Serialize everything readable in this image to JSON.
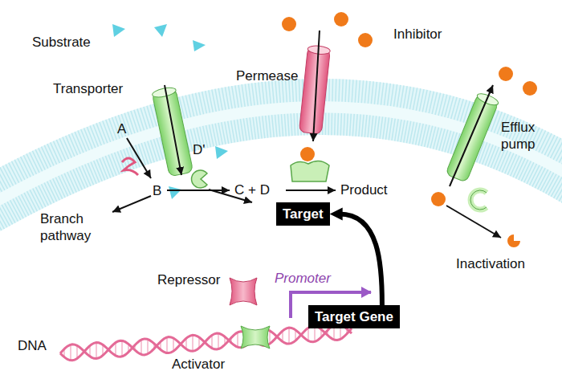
{
  "diagram": {
    "nodes": [
      {
        "text": [
          "Target"
        ]
      },
      {
        "text": [
          "Target Gene"
        ]
      }
    ],
    "edges": [
      {
        "from": 1,
        "to": 0,
        "arrow": "to"
      }
    ],
    "labels": [
      "Substrate",
      "Transporter",
      "D'",
      "Permease",
      "Inhibitor",
      "Efflux pump",
      "A",
      "B",
      "Branch pathway",
      "C + D",
      "Product",
      "Inactivation",
      "Repressor",
      "Promoter",
      "Activator",
      "DNA"
    ]
  }
}
